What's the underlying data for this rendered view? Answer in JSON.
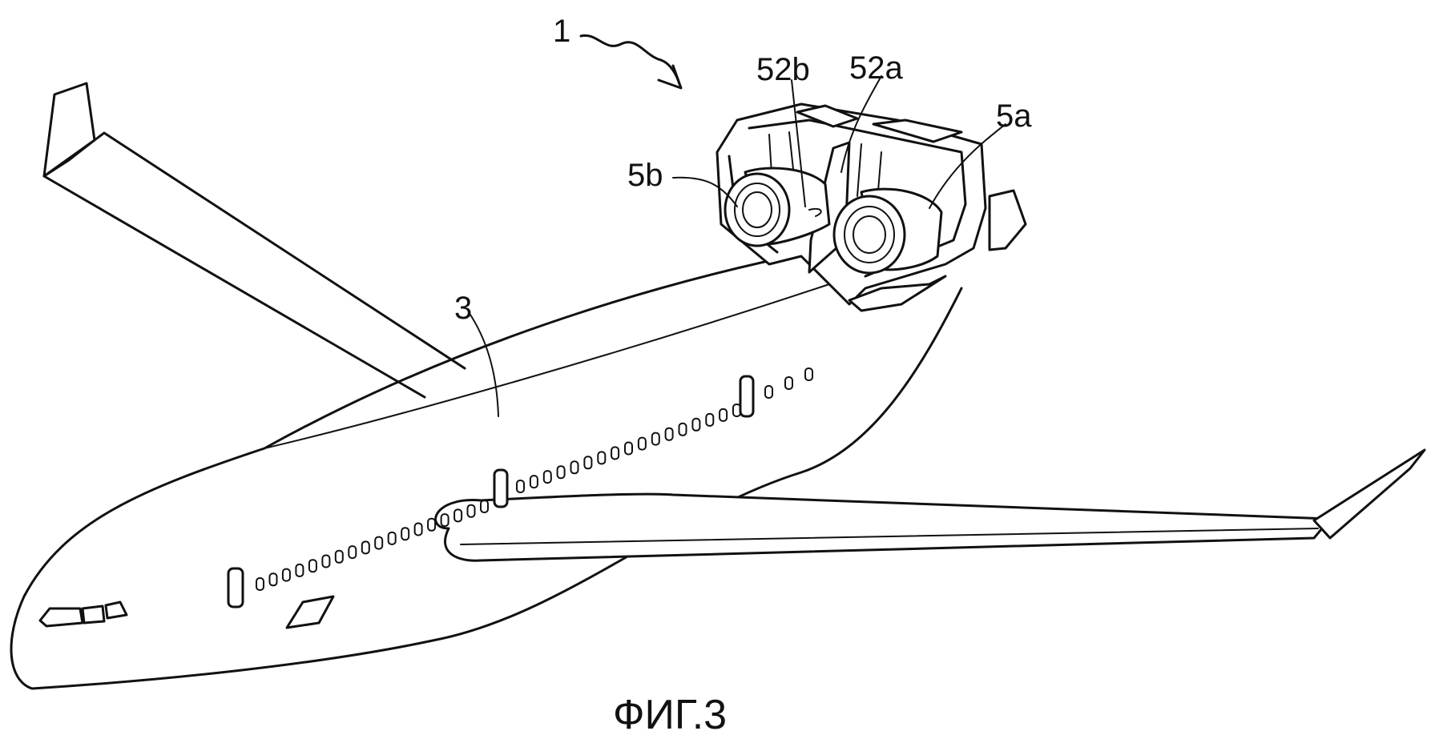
{
  "figure": {
    "caption": "ФИГ.3",
    "labels": {
      "assembly": "1",
      "fuselage": "3",
      "engine_b": "5b",
      "engine_a": "5a",
      "pylon_b": "52b",
      "pylon_a": "52a"
    }
  }
}
